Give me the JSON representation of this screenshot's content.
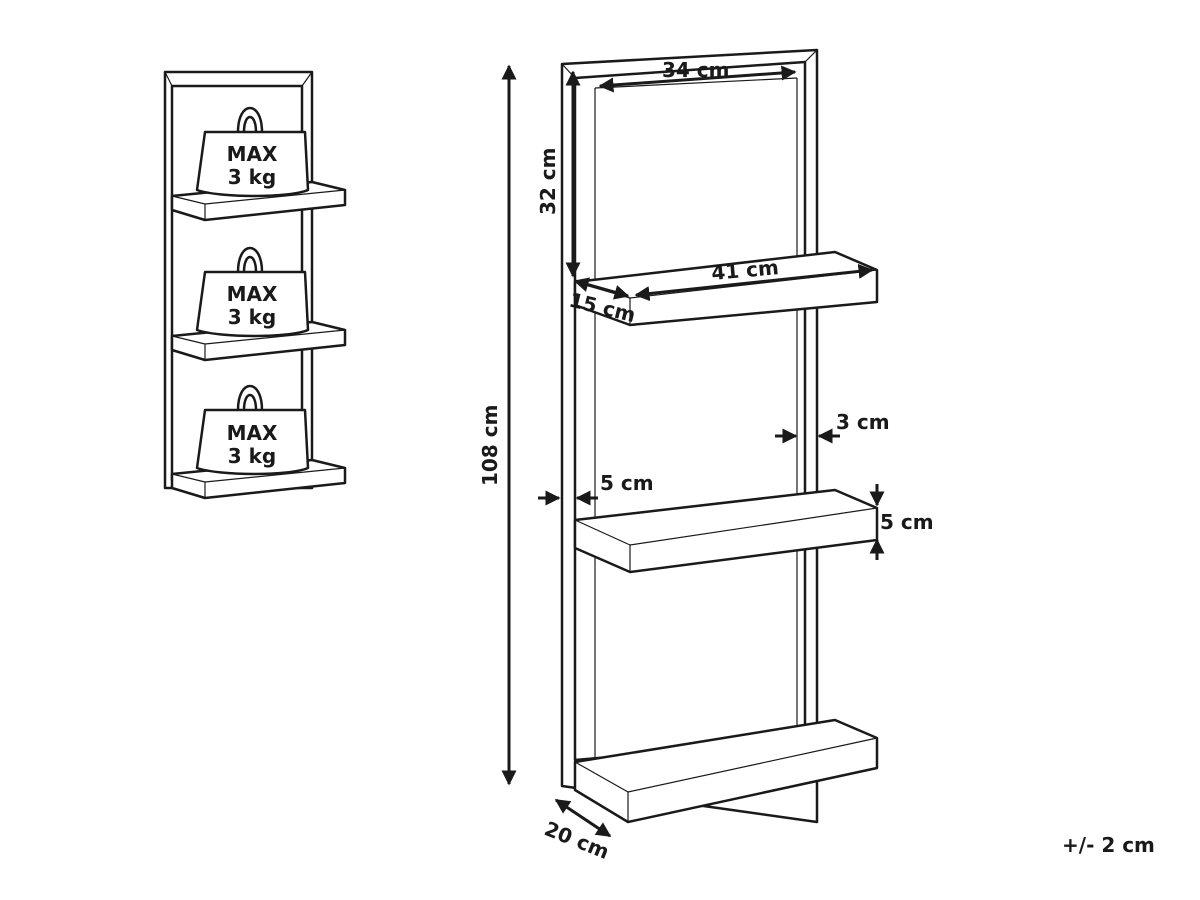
{
  "left_illustration": {
    "weights": [
      {
        "line1": "MAX",
        "line2": "3 kg"
      },
      {
        "line1": "MAX",
        "line2": "3 kg"
      },
      {
        "line1": "MAX",
        "line2": "3 kg"
      }
    ]
  },
  "dimensions": {
    "top_width": "34 cm",
    "top_height": "32 cm",
    "shelf_length": "41 cm",
    "shelf_depth": "15 cm",
    "total_height": "108 cm",
    "gap": "3 cm",
    "frame_thickness": "5 cm",
    "shelf_thickness": "5 cm",
    "base_depth": "20 cm"
  },
  "tolerance": "+/- 2 cm"
}
